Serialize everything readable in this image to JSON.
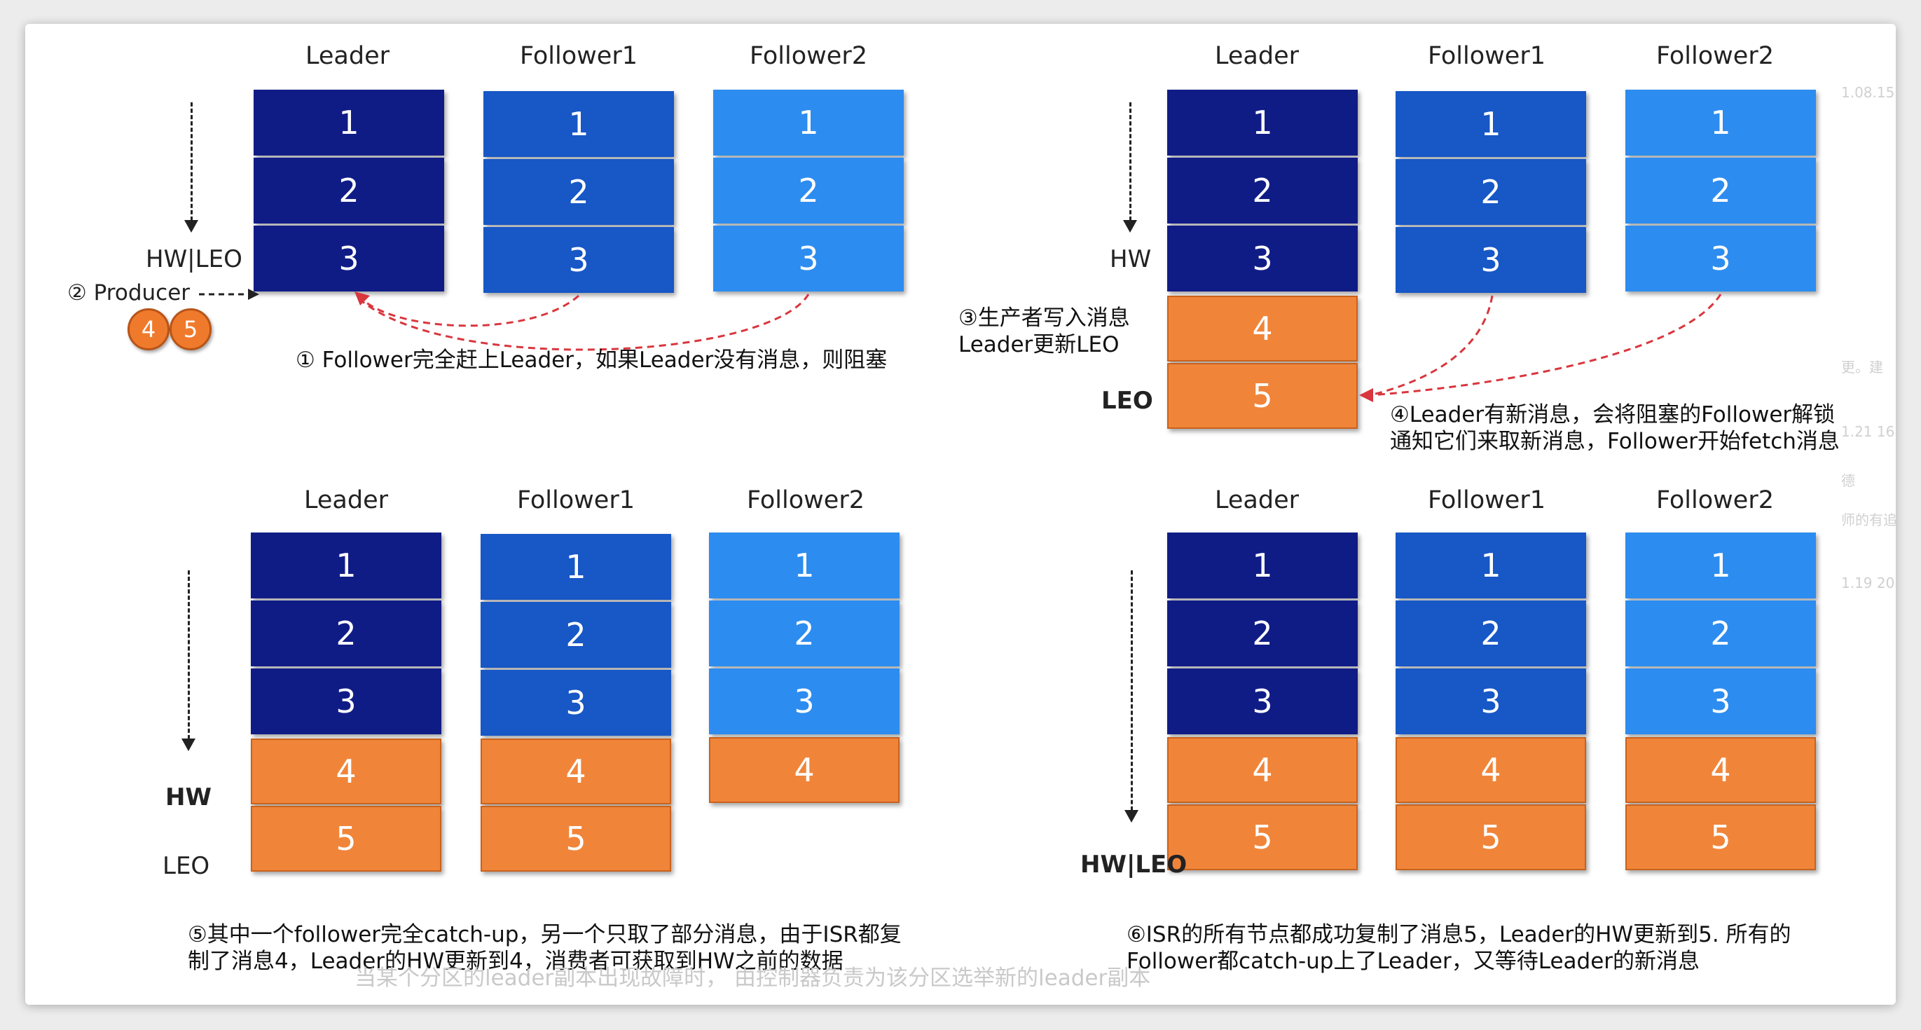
{
  "headers": {
    "leader": "Leader",
    "follower1": "Follower1",
    "follower2": "Follower2"
  },
  "panels": {
    "p1": {
      "leader": [
        "1",
        "2",
        "3"
      ],
      "follower1": [
        "1",
        "2",
        "3"
      ],
      "follower2": [
        "1",
        "2",
        "3"
      ],
      "hw_leo_label": "HW|LEO",
      "producer_label": "② Producer",
      "produced_messages": [
        "4",
        "5"
      ],
      "note": "① Follower完全赶上Leader，如果Leader没有消息，则阻塞"
    },
    "p2": {
      "leader": [
        "1",
        "2",
        "3",
        "4",
        "5"
      ],
      "follower1": [
        "1",
        "2",
        "3"
      ],
      "follower2": [
        "1",
        "2",
        "3"
      ],
      "hw_label": "HW",
      "leo_label": "LEO",
      "note_left": [
        "③生产者写入消息",
        "Leader更新LEO"
      ],
      "note_right": [
        "④Leader有新消息，会将阻塞的Follower解锁",
        "通知它们来取新消息，Follower开始fetch消息"
      ]
    },
    "p3": {
      "leader": [
        "1",
        "2",
        "3",
        "4",
        "5"
      ],
      "follower1": [
        "1",
        "2",
        "3",
        "4",
        "5"
      ],
      "follower2": [
        "1",
        "2",
        "3",
        "4"
      ],
      "hw_label": "HW",
      "leo_label": "LEO",
      "note": [
        "⑤其中一个follower完全catch-up，另一个只取了部分消息，由于ISR都复",
        "制了消息4，Leader的HW更新到4，消费者可获取到HW之前的数据"
      ]
    },
    "p4": {
      "leader": [
        "1",
        "2",
        "3",
        "4",
        "5"
      ],
      "follower1": [
        "1",
        "2",
        "3",
        "4",
        "5"
      ],
      "follower2": [
        "1",
        "2",
        "3",
        "4",
        "5"
      ],
      "hw_leo_label": "HW|LEO",
      "note": [
        "⑥ISR的所有节点都成功复制了消息5，Leader的HW更新到5. 所有的",
        "Follower都catch-up上了Leader，又等待Leader的新消息"
      ]
    }
  },
  "background_caption": "当某个分区的leader副本出现故障时， 由控制器负责为该分区选举新的leader副本",
  "background_side_texts": [
    "1.08.15",
    "更。建",
    "1.21 16",
    "德",
    "师的有追",
    "1.19 20"
  ],
  "colors": {
    "leader": "#101c86",
    "follower1": "#1757c6",
    "follower2": "#2d8cf0",
    "new_message": "#f0853a",
    "arrow_dashed": "#d9363e"
  }
}
